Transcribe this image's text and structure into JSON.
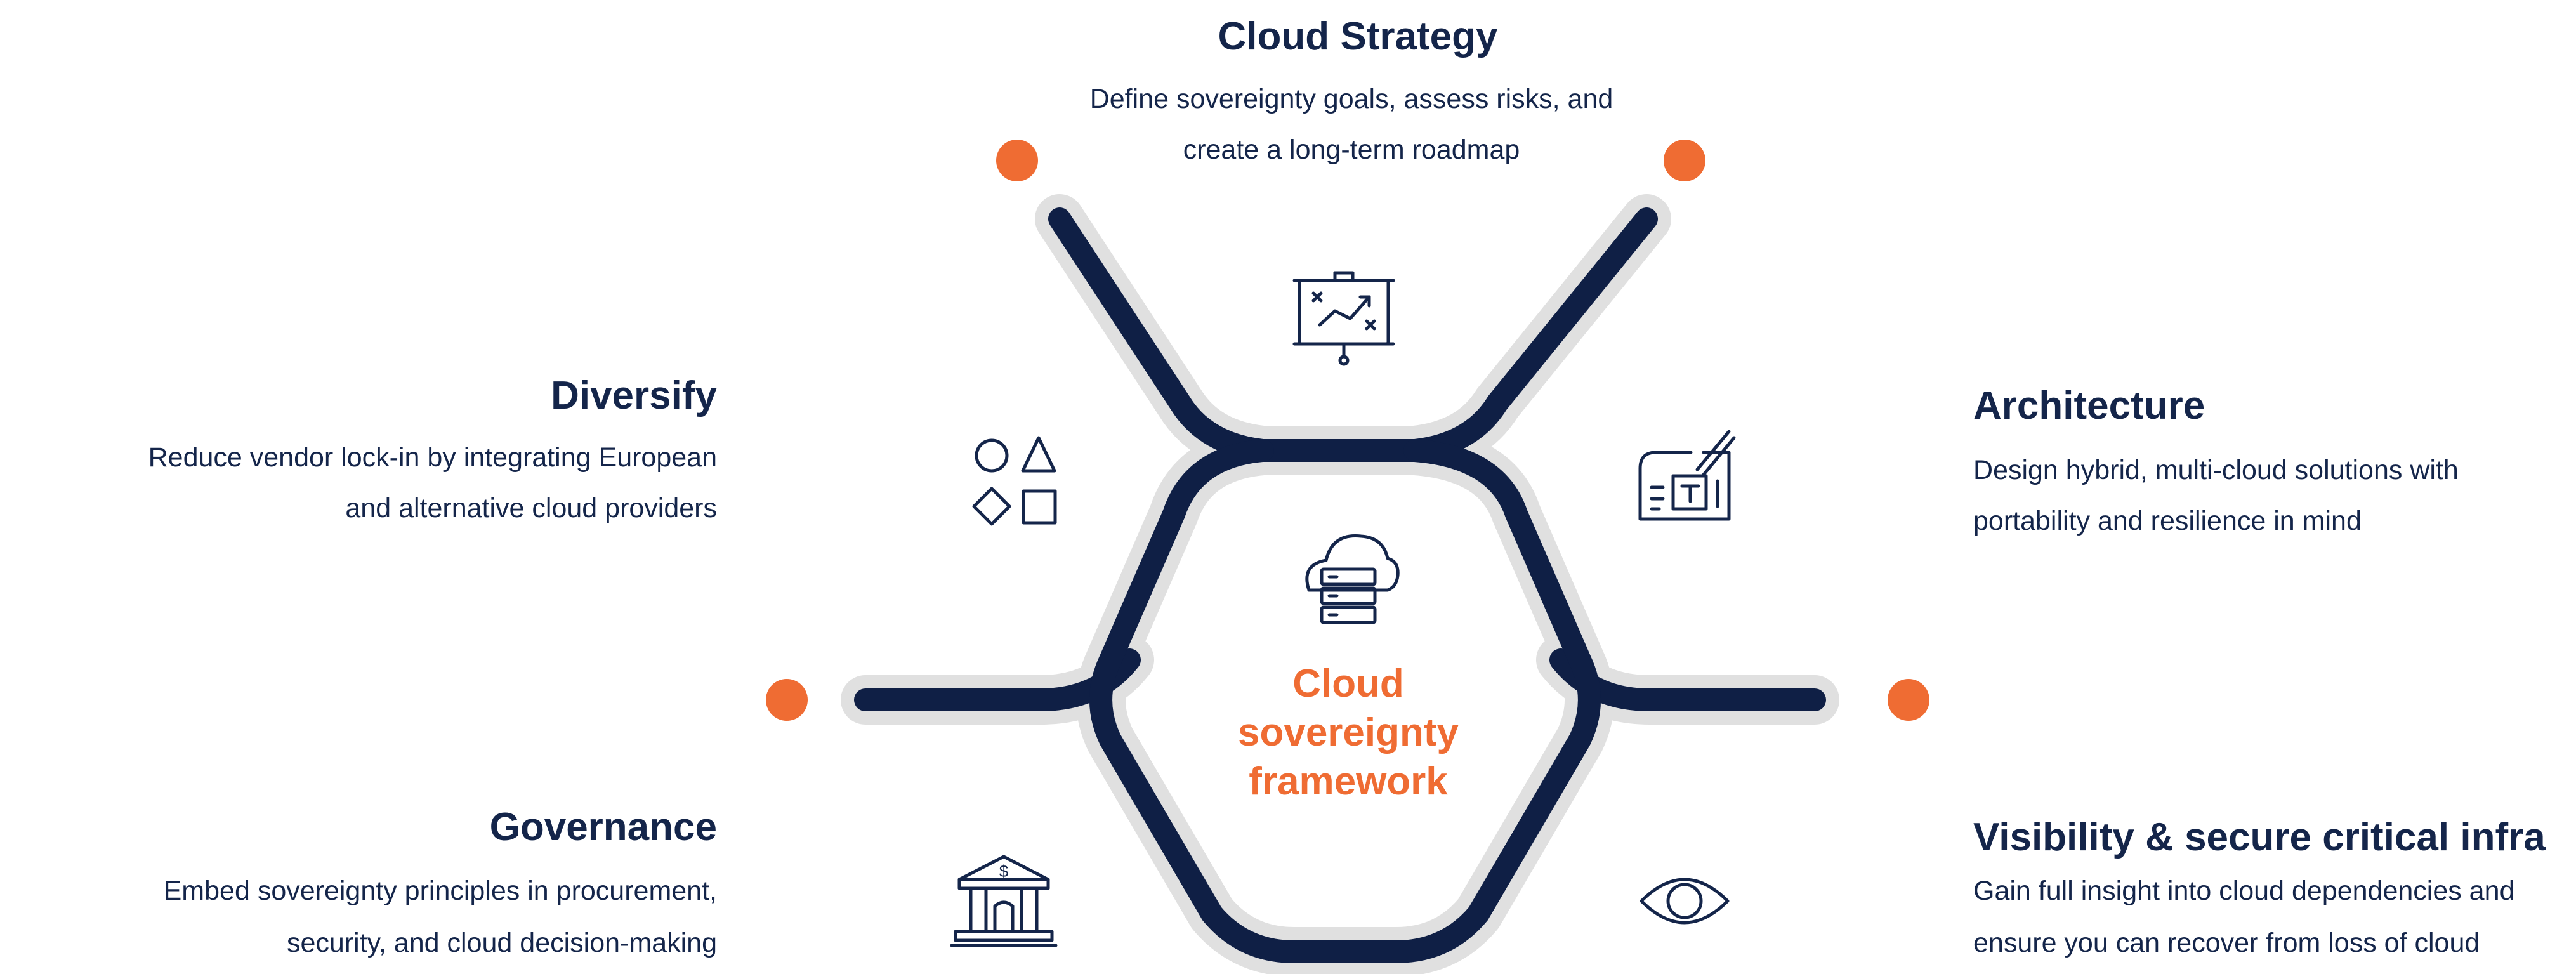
{
  "colors": {
    "navy": "#0f1f45",
    "track": "#e0e0e0",
    "accent": "#ef6c33",
    "text": "#14254a"
  },
  "center": {
    "icon": "cloud-server-icon",
    "lines": [
      "Cloud",
      "sovereignty",
      "framework"
    ]
  },
  "sections": {
    "cloud_strategy": {
      "title": "Cloud Strategy",
      "description_lines": [
        "Define sovereignty goals, assess risks, and",
        "create a long-term roadmap"
      ],
      "icon": "presentation-chart-icon"
    },
    "diversify": {
      "title": "Diversify",
      "description_lines": [
        "Reduce vendor lock-in by integrating European",
        "and alternative cloud providers"
      ],
      "icon": "shapes-icon"
    },
    "architecture": {
      "title": "Architecture",
      "description_lines": [
        "Design hybrid, multi-cloud solutions with",
        "portability and resilience in mind"
      ],
      "icon": "blueprint-icon"
    },
    "governance": {
      "title": "Governance",
      "description_lines": [
        "Embed sovereignty principles in procurement,",
        "security, and cloud decision-making"
      ],
      "icon": "bank-icon"
    },
    "visibility": {
      "title": "Visibility & secure critical infra",
      "description_lines": [
        "Gain full insight into cloud dependencies and",
        "ensure you can recover from loss of cloud"
      ],
      "icon": "eye-icon"
    }
  }
}
